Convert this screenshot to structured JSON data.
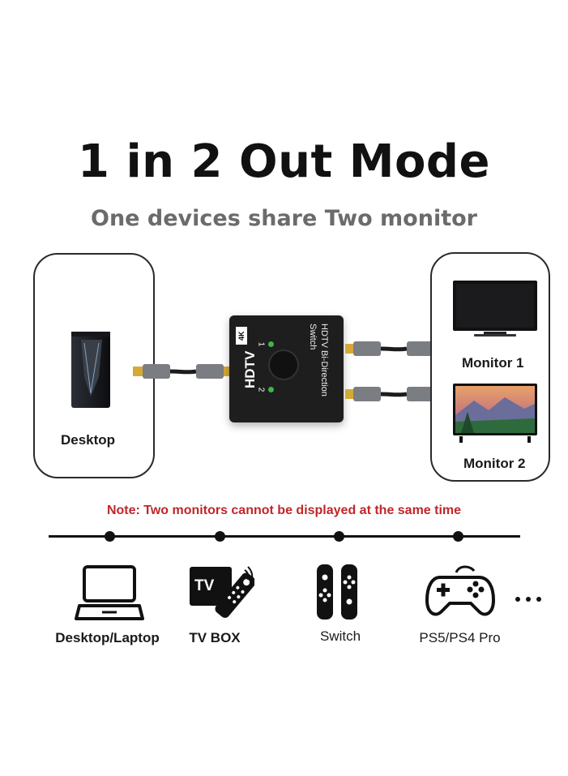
{
  "header": {
    "title": "1 in 2 Out Mode",
    "subtitle": "One devices share Two monitor"
  },
  "diagram": {
    "source_label": "Desktop",
    "switch": {
      "line1": "HDTV Bi-Direction",
      "line2": "Switch",
      "brand": "HDTV",
      "badge": "4K",
      "port1": "1",
      "port2": "2"
    },
    "outputs": [
      {
        "label": "Monitor 1"
      },
      {
        "label": "Monitor 2"
      }
    ]
  },
  "note": "Note: Two monitors cannot be displayed at the same time",
  "devices": [
    {
      "label": "Desktop/Laptop",
      "icon": "laptop-icon"
    },
    {
      "label": "TV BOX",
      "icon": "tv-box-icon",
      "icon_text": "TV"
    },
    {
      "label": "Switch",
      "icon": "game-switch-icon"
    },
    {
      "label": "PS5/PS4 Pro",
      "icon": "gamepad-icon"
    }
  ],
  "more_icon": "ellipsis-icon",
  "colors": {
    "note": "#c0262a",
    "subtitle": "#6b6b6b",
    "switch_body": "#1e1e1e",
    "led": "#3fb54a"
  }
}
